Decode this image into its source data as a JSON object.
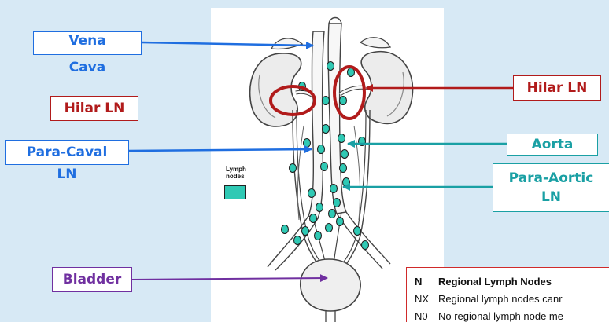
{
  "labels": {
    "vena_cava": [
      "Vena",
      "Cava"
    ],
    "hilar_left": "Hilar LN",
    "para_caval": [
      "Para-Caval",
      "LN"
    ],
    "bladder": "Bladder",
    "hilar_right": "Hilar LN",
    "aorta": "Aorta",
    "para_aortic": [
      "Para-Aortic",
      "LN"
    ]
  },
  "legend": {
    "label_line1": "Lymph",
    "label_line2": "nodes"
  },
  "table": {
    "header_code": "N",
    "header_title": "Regional Lymph Nodes",
    "rows": [
      {
        "code": "NX",
        "text": "Regional lymph nodes canr"
      },
      {
        "code": "N0",
        "text": "No regional lymph node me"
      }
    ]
  },
  "colors": {
    "background": "#d7e9f5",
    "arrow_blue": "#1f6ee0",
    "arrow_teal": "#1aa0a4",
    "arrow_purple": "#7030a0",
    "highlight_red": "#b11b1b",
    "node_fill": "#2fc9b4"
  }
}
